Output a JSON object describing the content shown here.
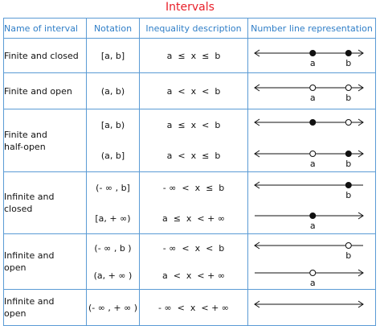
{
  "title": "Intervals",
  "headers": [
    "Name of interval",
    "Notation",
    "Inequality description",
    "Number line representation"
  ],
  "rows": [
    {
      "name_lines": [
        "Finite and closed"
      ],
      "items": [
        {
          "notation": "[a, b]",
          "inequality": "a  ≤  x  ≤  b",
          "line": {
            "left_arrow": true,
            "right_arrow": true,
            "points": [
              {
                "label": "a",
                "filled": true,
                "pos": 0.35
              },
              {
                "label": "b",
                "filled": true,
                "pos": 0.68
              }
            ]
          }
        }
      ]
    },
    {
      "name_lines": [
        "Finite and open"
      ],
      "items": [
        {
          "notation": "(a, b)",
          "inequality": "a  <  x  <  b",
          "line": {
            "left_arrow": true,
            "right_arrow": true,
            "points": [
              {
                "label": "a",
                "filled": false,
                "pos": 0.35
              },
              {
                "label": "b",
                "filled": false,
                "pos": 0.68
              }
            ]
          }
        }
      ]
    },
    {
      "name_lines": [
        "Finite and",
        "half-open"
      ],
      "items": [
        {
          "notation": "[a, b)",
          "inequality": "a  ≤  x  <  b",
          "line": {
            "left_arrow": true,
            "right_arrow": true,
            "points": [
              {
                "label": "",
                "filled": true,
                "pos": 0.35
              },
              {
                "label": "",
                "filled": false,
                "pos": 0.68
              }
            ]
          }
        },
        {
          "notation": "(a, b]",
          "inequality": "a  <  x  ≤  b",
          "line": {
            "left_arrow": true,
            "right_arrow": true,
            "points": [
              {
                "label": "a",
                "filled": false,
                "pos": 0.35
              },
              {
                "label": "b",
                "filled": true,
                "pos": 0.68
              }
            ]
          }
        }
      ]
    },
    {
      "name_lines": [
        "Infinite and",
        "closed"
      ],
      "items": [
        {
          "notation": "(- ∞ , b]",
          "inequality": "- ∞  <  x  ≤  b",
          "line": {
            "left_arrow": true,
            "right_arrow": false,
            "points": [
              {
                "label": "b",
                "filled": true,
                "pos": 0.68
              }
            ]
          }
        },
        {
          "notation": "[a, + ∞)",
          "inequality": "a  ≤  x  < + ∞",
          "line": {
            "left_arrow": false,
            "right_arrow": true,
            "points": [
              {
                "label": "a",
                "filled": true,
                "pos": 0.35
              }
            ]
          }
        }
      ]
    },
    {
      "name_lines": [
        "Infinite and",
        "open"
      ],
      "items": [
        {
          "notation": "(- ∞ , b )",
          "inequality": "- ∞  <  x  <  b",
          "line": {
            "left_arrow": true,
            "right_arrow": false,
            "points": [
              {
                "label": "b",
                "filled": false,
                "pos": 0.68
              }
            ]
          }
        },
        {
          "notation": "(a, + ∞ )",
          "inequality": "a  <  x  < + ∞",
          "line": {
            "left_arrow": false,
            "right_arrow": true,
            "points": [
              {
                "label": "a",
                "filled": false,
                "pos": 0.35
              }
            ]
          }
        }
      ]
    },
    {
      "name_lines": [
        "Infinite and",
        "open"
      ],
      "items": [
        {
          "notation": "(- ∞ , + ∞ )",
          "inequality": "- ∞  <  x  < + ∞",
          "line": {
            "left_arrow": true,
            "right_arrow": true,
            "points": []
          }
        }
      ]
    }
  ],
  "colors": {
    "title": "#e8202a",
    "header": "#2f7ec7",
    "grid": "#5b9bd5",
    "outer_border": "#e8202a"
  }
}
